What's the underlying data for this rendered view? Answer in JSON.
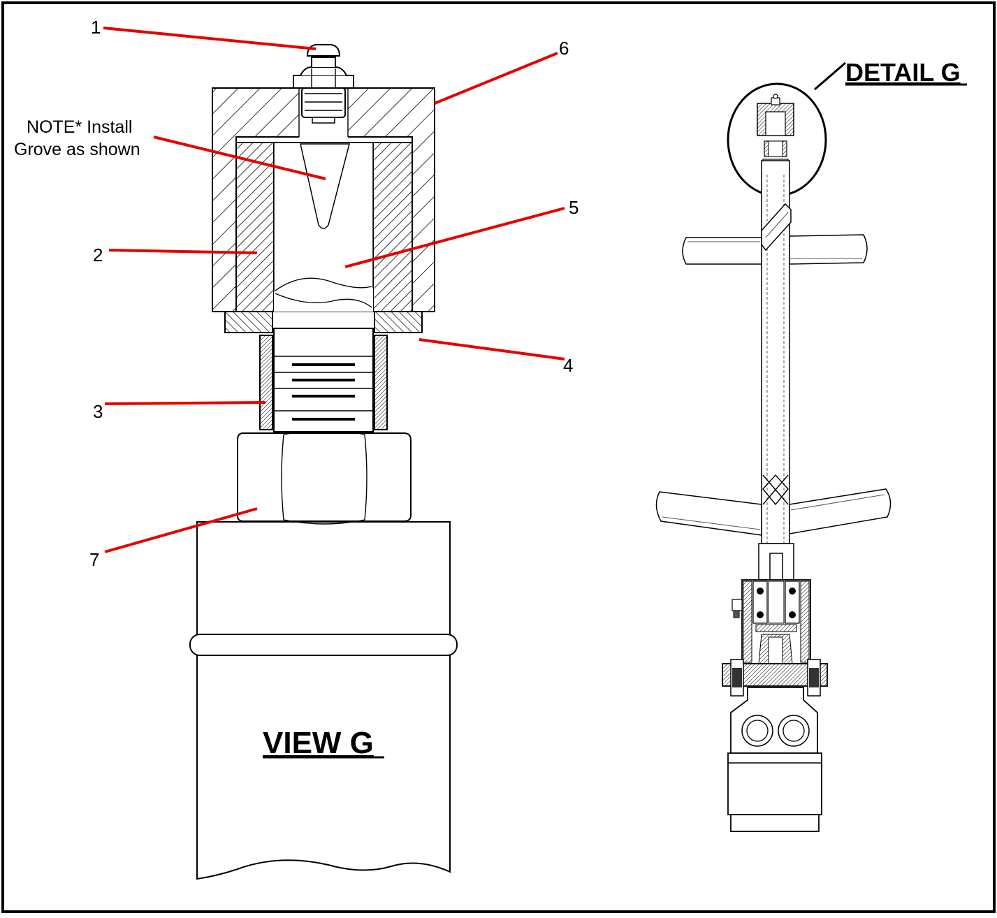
{
  "callouts": [
    {
      "id": "1",
      "text": "1"
    },
    {
      "id": "2",
      "text": "2"
    },
    {
      "id": "3",
      "text": "3"
    },
    {
      "id": "4",
      "text": "4"
    },
    {
      "id": "5",
      "text": "5"
    },
    {
      "id": "6",
      "text": "6"
    },
    {
      "id": "7",
      "text": "7"
    }
  ],
  "note": {
    "line1": "NOTE* Install",
    "line2": "Grove as shown"
  },
  "view_title": "VIEW G",
  "detail_title": "DETAIL G",
  "colors": {
    "leader": "#e60000",
    "line": "#000000",
    "background": "#ffffff"
  }
}
